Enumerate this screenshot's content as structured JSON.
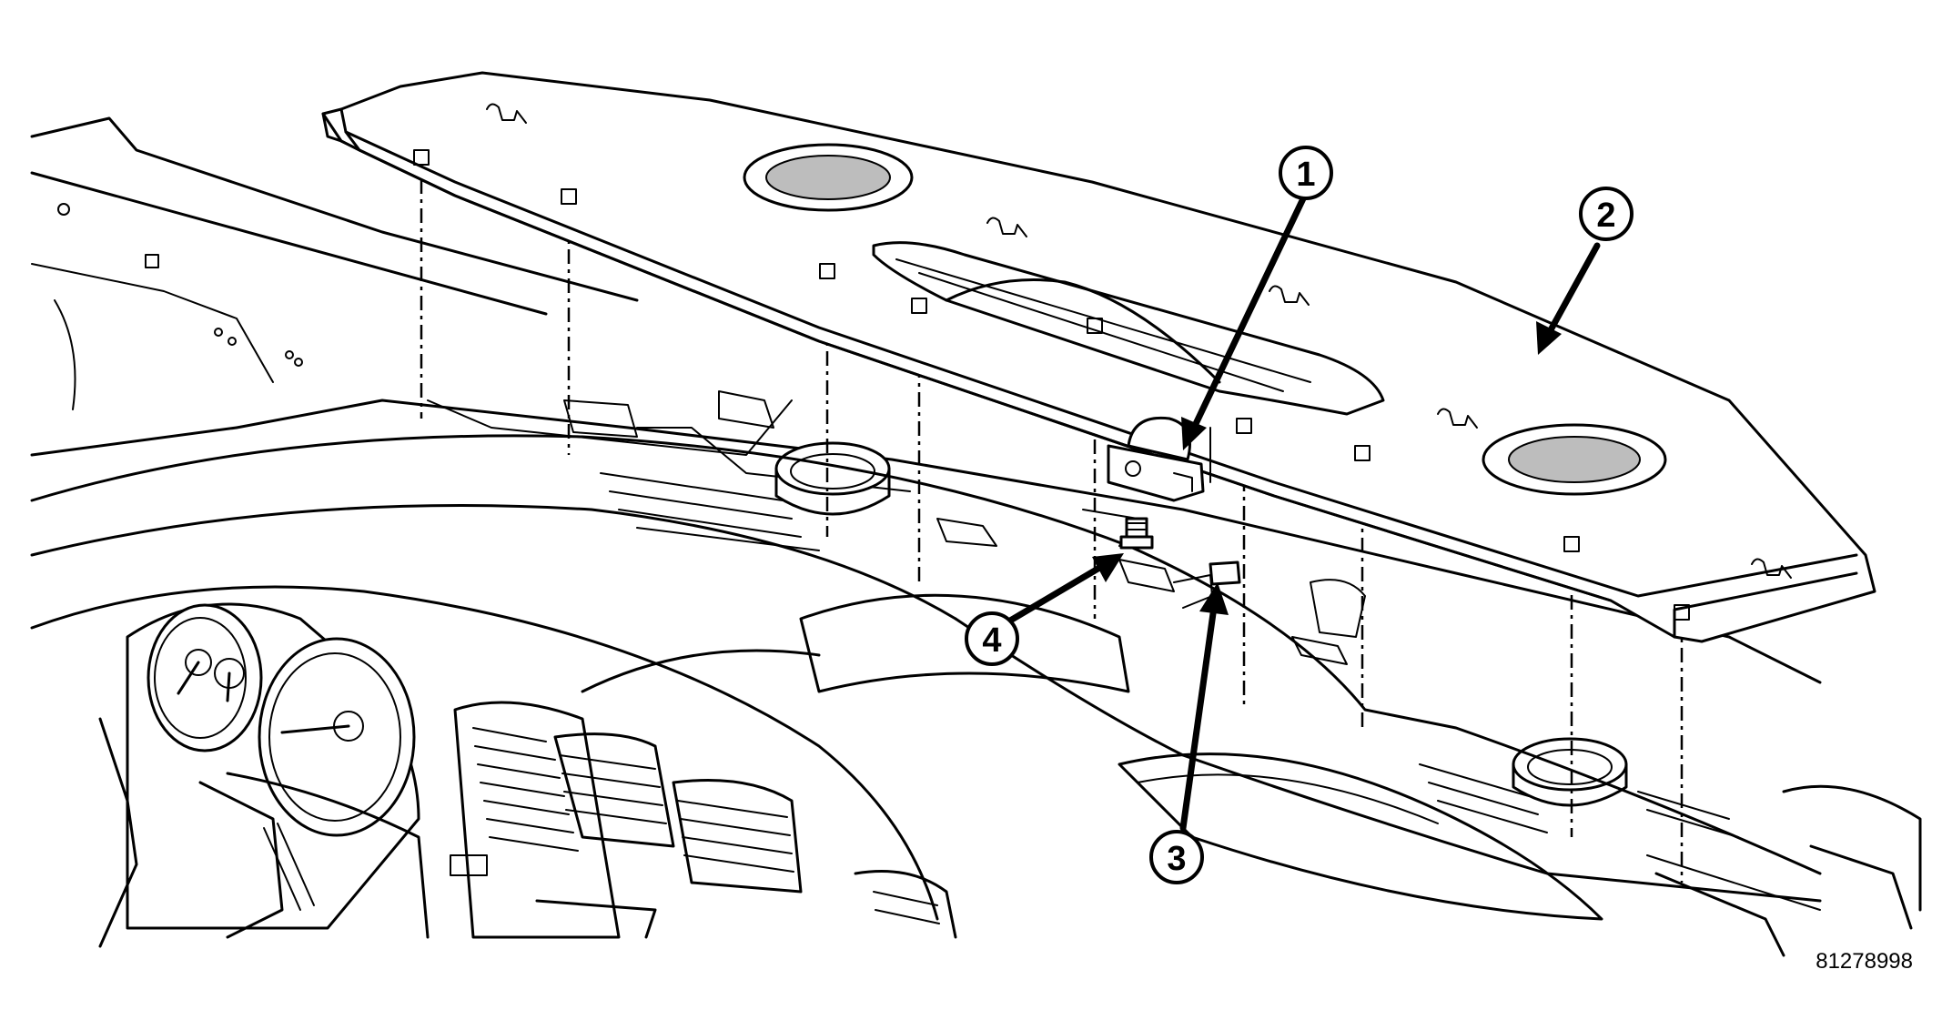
{
  "callouts": [
    {
      "id": "1",
      "label": "1",
      "part": "sensor"
    },
    {
      "id": "2",
      "label": "2",
      "part": "instrument-panel-top-cover"
    },
    {
      "id": "3",
      "label": "3",
      "part": "connector"
    },
    {
      "id": "4",
      "label": "4",
      "part": "fastener"
    }
  ],
  "reference_number": "81278998"
}
